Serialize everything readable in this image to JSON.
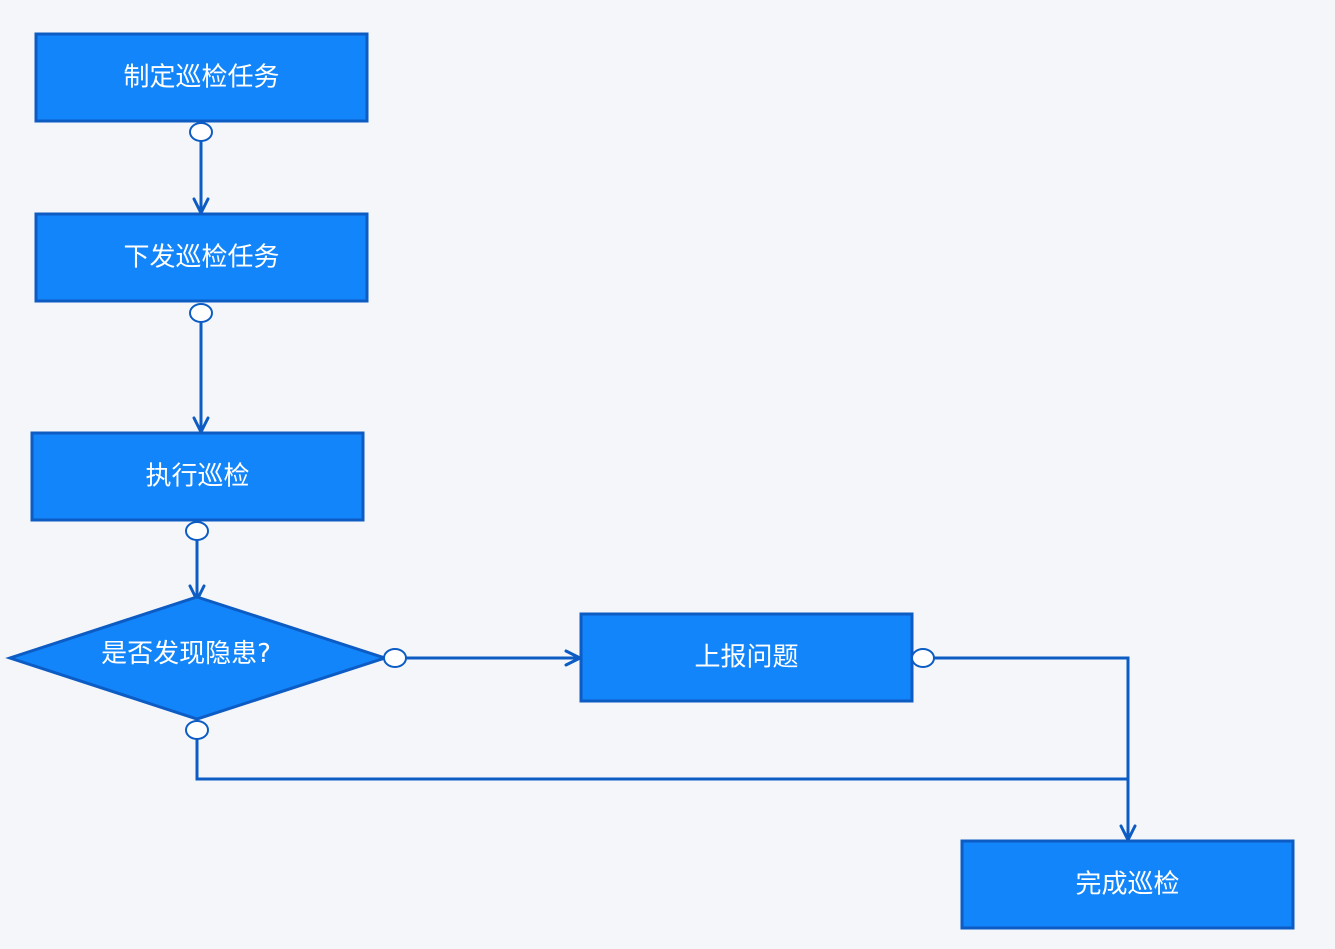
{
  "diagram": {
    "type": "flowchart",
    "colors": {
      "node_fill": "#1385fb",
      "node_stroke": "#0d5cc4",
      "edge": "#0d5cc4",
      "text": "#ffffff",
      "background": "#f4f6fa",
      "port_fill": "#ffffff"
    },
    "nodes": {
      "make_task": {
        "label": "制定巡检任务",
        "shape": "rectangle"
      },
      "dispatch_task": {
        "label": "下发巡检任务",
        "shape": "rectangle"
      },
      "execute": {
        "label": "执行巡检",
        "shape": "rectangle"
      },
      "decision": {
        "label": "是否发现隐患?",
        "shape": "diamond"
      },
      "report": {
        "label": "上报问题",
        "shape": "rectangle"
      },
      "complete": {
        "label": "完成巡检",
        "shape": "rectangle"
      }
    },
    "edges": [
      {
        "from": "make_task",
        "to": "dispatch_task"
      },
      {
        "from": "dispatch_task",
        "to": "execute"
      },
      {
        "from": "execute",
        "to": "decision"
      },
      {
        "from": "decision",
        "to": "report"
      },
      {
        "from": "report",
        "to": "complete"
      },
      {
        "from": "decision",
        "to": "complete"
      }
    ]
  }
}
